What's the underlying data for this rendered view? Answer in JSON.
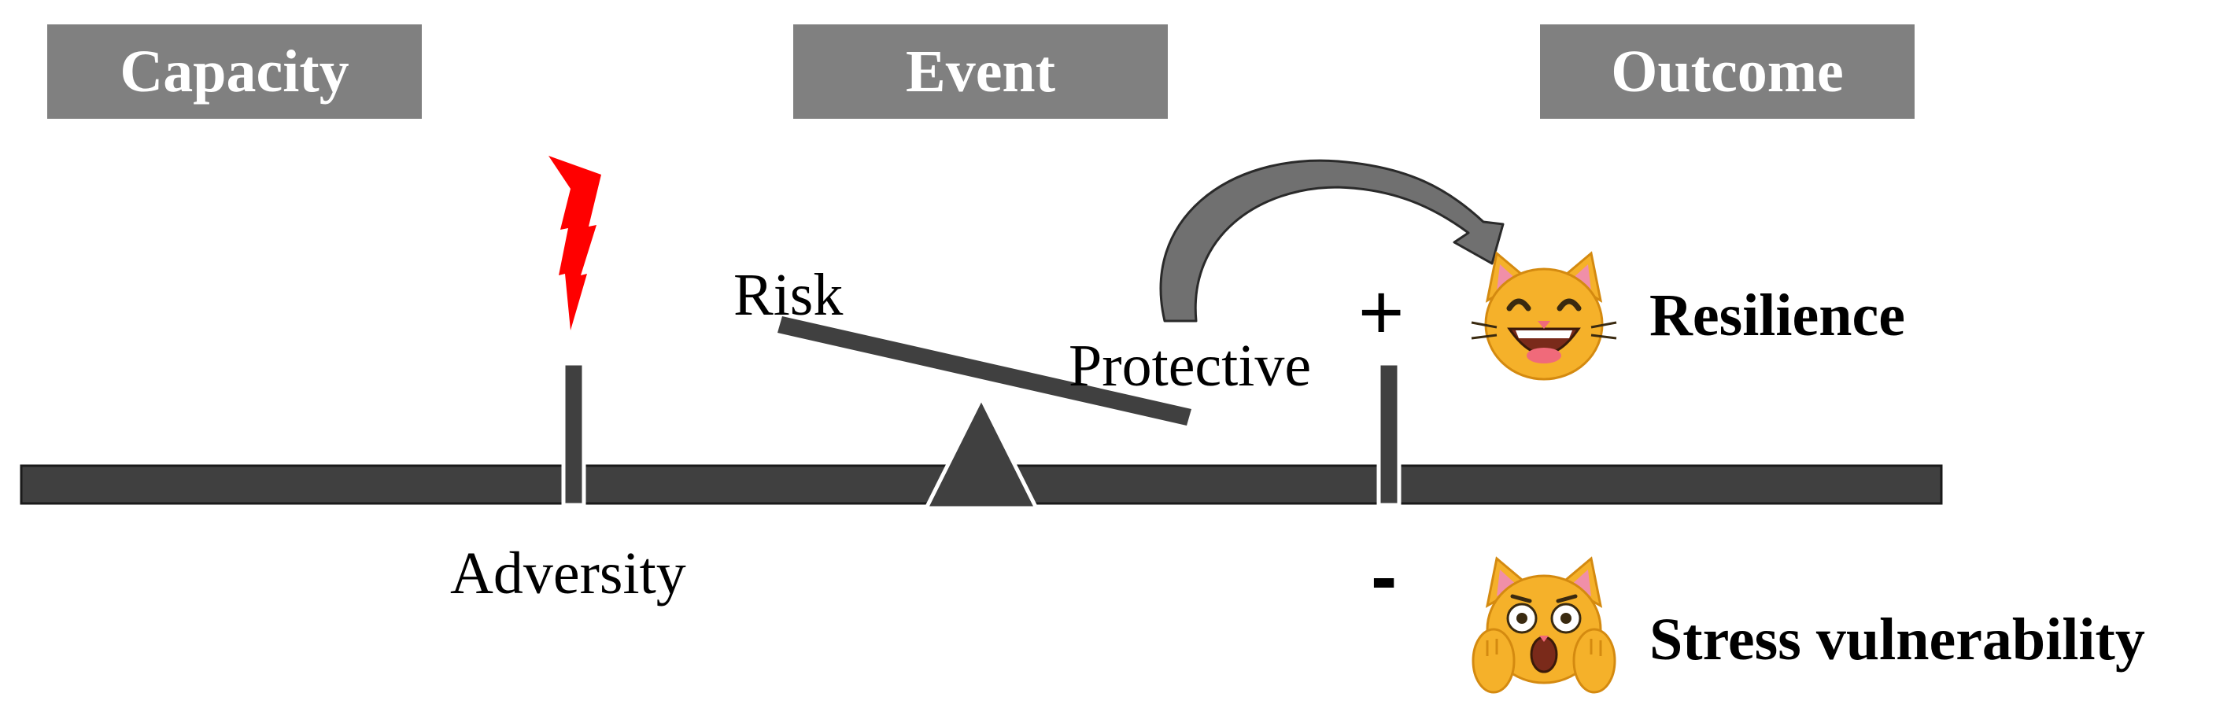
{
  "headers": {
    "capacity": "Capacity",
    "event": "Event",
    "outcome": "Outcome"
  },
  "timeline": {
    "adversity_label": "Adversity"
  },
  "balance": {
    "risk_label": "Risk",
    "protective_label": "Protective"
  },
  "signs": {
    "plus": "+",
    "minus": "-"
  },
  "outcomes": {
    "resilience": "Resilience",
    "stress_vulnerability": "Stress vulnerability"
  },
  "icons": {
    "adversity": "lightning-bolt-icon",
    "resilience": "grinning-cat-icon",
    "stress_vulnerability": "weary-cat-icon",
    "transition": "curved-arrow-icon"
  },
  "colors": {
    "header_bg": "#808080",
    "bar": "#404040",
    "lightning": "#ff0000",
    "cat_face": "#f5b12a",
    "arrow": "#707070"
  }
}
